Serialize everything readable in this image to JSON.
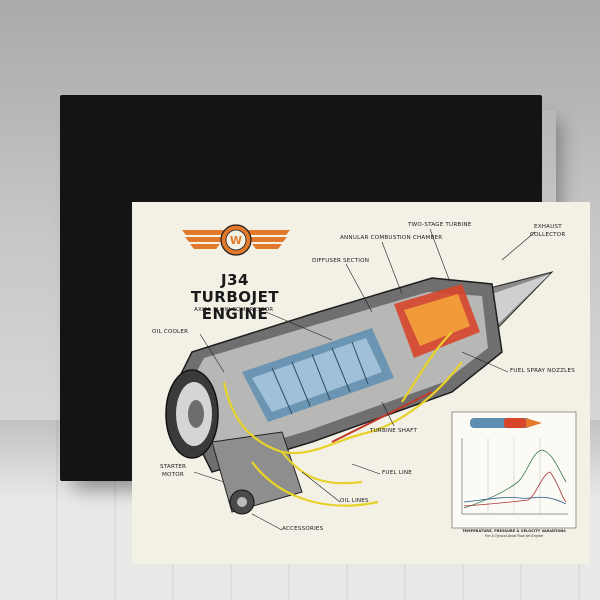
{
  "poster": {
    "title_line1": "J34 TURBOJET",
    "title_line2": "ENGINE",
    "logo_icon": "winged-w-emblem"
  },
  "labels": {
    "two_stage_turbine": "TWO-STAGE TURBINE",
    "exhaust_collector_1": "EXHAUST",
    "exhaust_collector_2": "COLLECTOR",
    "annular_combustion_chamber": "ANNULAR COMBUSTION CHAMBER",
    "diffuser_section": "DIFFUSER SECTION",
    "axial_flow_compressor": "AXIAL FLOW COMPRESSOR",
    "oil_cooler": "OIL COOLER",
    "fuel_spray_nozzles": "FUEL SPRAY NOZZLES",
    "turbine_shaft": "TURBINE SHAFT",
    "fuel_line": "FUEL LINE",
    "oil_lines": "OIL LINES",
    "starter_motor_1": "STARTER",
    "starter_motor_2": "MOTOR",
    "accessories": "ACCESSORIES"
  },
  "chart": {
    "title": "TEMPERATURE, PRESSURE & VELOCITY VARIATIONS",
    "subtitle": "For A Typical Axial Flow Jet Engine"
  },
  "colors": {
    "frame": "#141414",
    "paper": "#f3f0e6",
    "logo_orange": "#e2792b",
    "fuel_yellow": "#e8d22a",
    "combustion_red": "#d8452b",
    "compressor_blue": "#5e8fb3"
  }
}
